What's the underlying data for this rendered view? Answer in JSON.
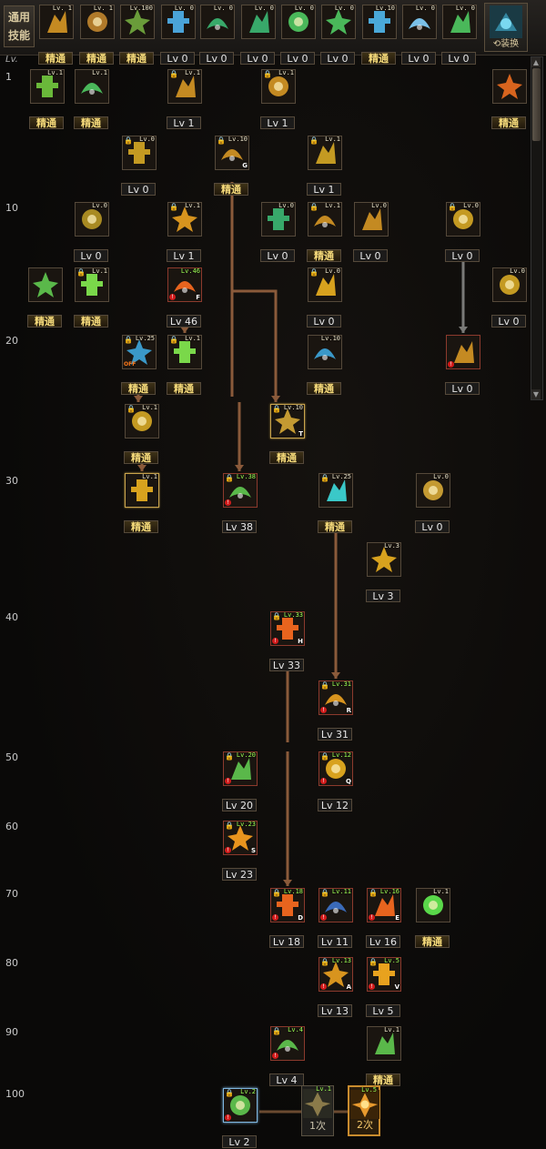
{
  "header": {
    "common_label_line1": "通用",
    "common_label_line2": "技能",
    "lv_header": "Lv.",
    "swap_label": "⟲装换"
  },
  "common_skills": [
    {
      "top": "Lv. 1",
      "cap": "精通",
      "c": "#c48a22"
    },
    {
      "top": "Lv. 1",
      "cap": "精通",
      "c": "#b07a2a"
    },
    {
      "top": "Lv.100",
      "cap": "精通",
      "c": "#6a9c3a"
    },
    {
      "top": "Lv. 0",
      "cap": "Lv 0",
      "c": "#4aa3d8"
    },
    {
      "top": "Lv. 0",
      "cap": "Lv 0",
      "c": "#38a86a"
    },
    {
      "top": "Lv. 0",
      "cap": "Lv 0",
      "c": "#38a86a"
    },
    {
      "top": "Lv. 0",
      "cap": "Lv 0",
      "c": "#4ab85a"
    },
    {
      "top": "Lv. 0",
      "cap": "Lv 0",
      "c": "#4ab85a"
    },
    {
      "top": "Lv.10",
      "cap": "精通",
      "c": "#4aa8d8"
    },
    {
      "top": "Lv. 0",
      "cap": "Lv 0",
      "c": "#7ac0e8"
    },
    {
      "top": "Lv. 0",
      "cap": "Lv 0",
      "c": "#4ab85a"
    }
  ],
  "levels": [
    "1",
    "10",
    "20",
    "30",
    "40",
    "50",
    "60",
    "70",
    "80",
    "90",
    "100"
  ],
  "nodes": [
    {
      "top": "Lv.1",
      "cap": "精通",
      "c": "#6ab83a"
    },
    {
      "top": "Lv.1",
      "cap": "精通",
      "c": "#4ab85a"
    },
    {
      "top": "Lv.1",
      "cap": "Lv 1",
      "c": "#c48a22"
    },
    {
      "top": "Lv.1",
      "cap": "Lv 1",
      "c": "#c48a22"
    },
    {
      "top": "",
      "cap": "精通",
      "c": "#d8641e"
    },
    {
      "top": "Lv.0",
      "cap": "Lv 0",
      "c": "#c49a22"
    },
    {
      "top": "Lv.10",
      "cap": "精通",
      "c": "#c48a22",
      "hk": "G"
    },
    {
      "top": "Lv.1",
      "cap": "Lv 1",
      "c": "#c49a22"
    },
    {
      "top": "Lv.0",
      "cap": "Lv 0",
      "c": "#a88a22"
    },
    {
      "top": "Lv.1",
      "cap": "Lv 1",
      "c": "#d8941e"
    },
    {
      "top": "Lv.0",
      "cap": "Lv 0",
      "c": "#38a86a"
    },
    {
      "top": "Lv.1",
      "cap": "精通",
      "c": "#c48a22"
    },
    {
      "top": "Lv.0",
      "cap": "Lv 0",
      "c": "#c48a22"
    },
    {
      "top": "Lv.0",
      "cap": "Lv 0",
      "c": "#c49a22"
    },
    {
      "top": "",
      "cap": "精通",
      "c": "#5ab84a"
    },
    {
      "top": "Lv.1",
      "cap": "精通",
      "c": "#7ad84a"
    },
    {
      "top": "Lv.46",
      "cap": "Lv 46",
      "c": "#e8641e",
      "hk": "F"
    },
    {
      "top": "Lv.0",
      "cap": "Lv 0",
      "c": "#d8a21e"
    },
    {
      "top": "Lv.0",
      "cap": "Lv 0",
      "c": "#c49a22"
    },
    {
      "top": "Lv.25",
      "cap": "精通",
      "c": "#3a98c8"
    },
    {
      "top": "Lv.1",
      "cap": "精通",
      "c": "#7ad84a"
    },
    {
      "top": "Lv.10",
      "cap": "精通",
      "c": "#3a98c8"
    },
    {
      "top": "",
      "cap": "Lv 0",
      "c": "#c48a22"
    },
    {
      "top": "Lv.1",
      "cap": "精通",
      "c": "#c49a22"
    },
    {
      "top": "Lv.10",
      "cap": "精通",
      "c": "#c49a32",
      "hk": "T"
    },
    {
      "top": "Lv.1",
      "cap": "精通",
      "c": "#d8a21e"
    },
    {
      "top": "Lv.38",
      "cap": "Lv 38",
      "c": "#5ab84a"
    },
    {
      "top": "Lv.25",
      "cap": "精通",
      "c": "#3ac8c8"
    },
    {
      "top": "Lv.0",
      "cap": "Lv 0",
      "c": "#c49a32"
    },
    {
      "top": "Lv.3",
      "cap": "Lv 3",
      "c": "#d8a21e"
    },
    {
      "top": "Lv.33",
      "cap": "Lv 33",
      "c": "#e8641e",
      "hk": "H"
    },
    {
      "top": "Lv.31",
      "cap": "Lv 31",
      "c": "#d8941e",
      "hk": "R"
    },
    {
      "top": "Lv.20",
      "cap": "Lv 20",
      "c": "#5ab84a"
    },
    {
      "top": "Lv.12",
      "cap": "Lv 12",
      "c": "#d8a21e",
      "hk": "Q"
    },
    {
      "top": "Lv.23",
      "cap": "Lv 23",
      "c": "#e8941e",
      "hk": "S"
    },
    {
      "top": "Lv.18",
      "cap": "Lv 18",
      "c": "#e8641e",
      "hk": "D"
    },
    {
      "top": "Lv.11",
      "cap": "Lv 11",
      "c": "#3a6ab8"
    },
    {
      "top": "Lv.16",
      "cap": "Lv 16",
      "c": "#e8641e",
      "hk": "E"
    },
    {
      "top": "Lv.1",
      "cap": "精通",
      "c": "#5ad84a"
    },
    {
      "top": "Lv.13",
      "cap": "Lv 13",
      "c": "#d8941e",
      "hk": "A"
    },
    {
      "top": "Lv.5",
      "cap": "Lv 5",
      "c": "#e8a21e",
      "hk": "V"
    },
    {
      "top": "Lv.4",
      "cap": "Lv 4",
      "c": "#5ab84a"
    },
    {
      "top": "Lv.1",
      "cap": "精通",
      "c": "#5ab84a"
    },
    {
      "top": "Lv.2",
      "cap": "Lv 2",
      "c": "#5ab84a"
    }
  ],
  "awaken": {
    "opt1_top": "Lv.1",
    "opt1": "1次",
    "opt2_top": "Lv.5",
    "opt2": "2次"
  },
  "colors": {
    "link": "#8a5a3a",
    "link_dark": "#6b4a30",
    "master_text": "#f4d97a"
  }
}
